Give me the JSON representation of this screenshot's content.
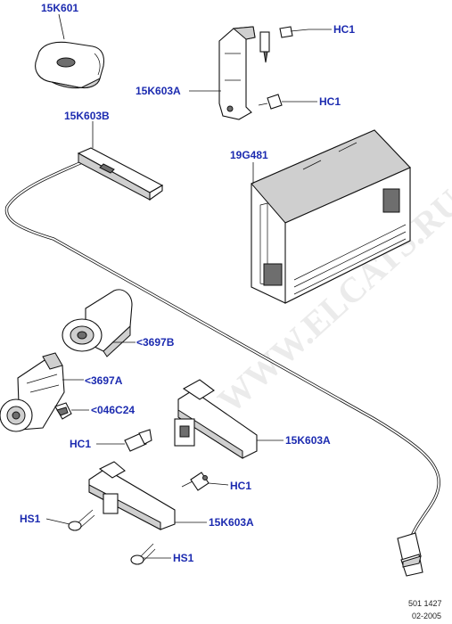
{
  "watermark": "WWW.ELCATS.RU",
  "labels": {
    "p15k601": "15K601",
    "hc1_top": "HC1",
    "p15k603a_top": "15K603A",
    "hc1_top2": "HC1",
    "p15k603b": "15K603B",
    "p19g481": "19G481",
    "p3697b": "<3697B",
    "p3697a": "<3697A",
    "p046c24": "<046C24",
    "p15k603a_mid": "15K603A",
    "hc1_mid_left": "HC1",
    "hc1_mid_right": "HC1",
    "hs1_left": "HS1",
    "p15k603a_low": "15K603A",
    "hs1_low": "HS1"
  },
  "footer": {
    "ref": "501 1427",
    "date": "02-2005"
  },
  "colors": {
    "label": "#1c2bb0",
    "line": "#111111"
  }
}
